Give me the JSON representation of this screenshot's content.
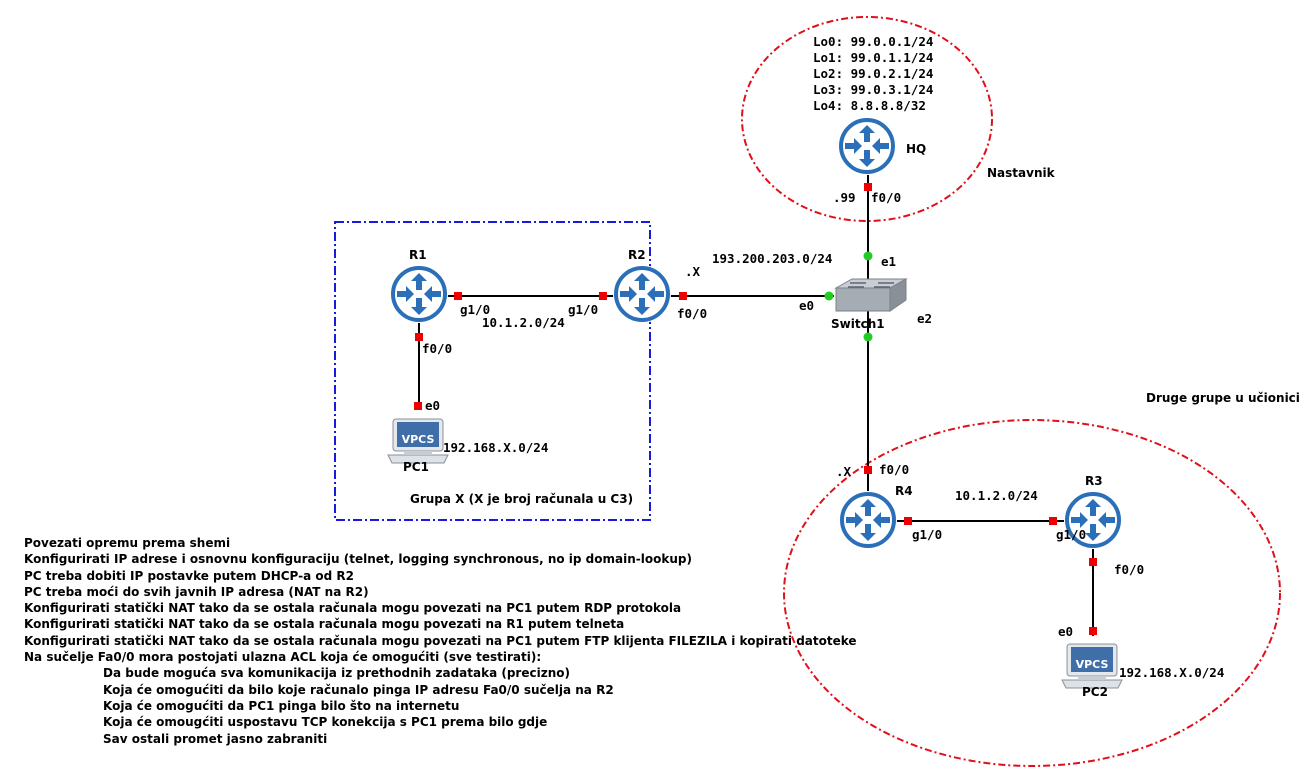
{
  "zones": {
    "group_label": "Grupa X (X je broj računala u C3)",
    "teacher_label": "Nastavnik",
    "others_label": "Druge grupe u učionici"
  },
  "devices": {
    "r1": "R1",
    "r2": "R2",
    "r3": "R3",
    "r4": "R4",
    "hq": "HQ",
    "switch": "Switch1",
    "pc1": "PC1",
    "pc2": "PC2",
    "vpcs_badge": "VPCS"
  },
  "interfaces": {
    "r1_g10": "g1/0",
    "r1_f00": "f0/0",
    "pc1_e0": "e0",
    "r2_g10": "g1/0",
    "r2_f00": "f0/0",
    "sw_e0": "e0",
    "sw_e1": "e1",
    "sw_e2": "e2",
    "hq_f00": "f0/0",
    "r4_f00": "f0/0",
    "r4_g10": "g1/0",
    "r3_g10": "g1/0",
    "r3_f00": "f0/0",
    "pc2_e0": "e0"
  },
  "addresses": {
    "link_r1_r2": "10.1.2.0/24",
    "link_r4_r3": "10.1.2.0/24",
    "public_net": "193.200.203.0/24",
    "r2_host": ".X",
    "r4_host": ".X",
    "hq_host": ".99",
    "pc1_net": "192.168.X.0/24",
    "pc2_net": "192.168.X.0/24"
  },
  "loopbacks": [
    "Lo0: 99.0.0.1/24",
    "Lo1: 99.0.1.1/24",
    "Lo2: 99.0.2.1/24",
    "Lo3: 99.0.3.1/24",
    "Lo4: 8.8.8.8/32"
  ],
  "tasks": [
    "Povezati opremu prema shemi",
    "Konfigurirati IP adrese i osnovnu konfiguraciju (telnet, logging synchronous, no ip domain-lookup)",
    "PC treba dobiti IP postavke putem DHCP-a od R2",
    "PC treba moći do svih javnih IP adresa (NAT na R2)",
    "Konfigurirati statički NAT tako da se ostala računala mogu povezati na PC1 putem RDP protokola",
    "Konfigurirati statički NAT tako da se ostala računala mogu povezati na R1 putem telneta",
    "Konfigurirati statički NAT tako da se ostala računala mogu povezati na PC1 putem FTP klijenta FILEZILA i kopirati datoteke",
    "Na sučelje Fa0/0 mora postojati ulazna ACL koja će omogućiti (sve testirati):"
  ],
  "subtasks": [
    "Da bude moguća sva komunikacija iz prethodnih zadataka (precizno)",
    "Koja će omogućiti da bilo koje računalo pinga IP adresu Fa0/0 sučelja na R2",
    "Koja će omogućiti da PC1 pinga bilo što na internetu",
    "Koja će omougćiti uspostavu TCP konekcija s PC1 prema bilo gdje",
    "Sav ostali promet jasno zabraniti"
  ],
  "colors": {
    "group_border": "#1a1adf",
    "zone_border": "#e0101a",
    "router_blue": "#2a6fb8",
    "port_down": "#ee0000",
    "port_up": "#22cc22"
  }
}
